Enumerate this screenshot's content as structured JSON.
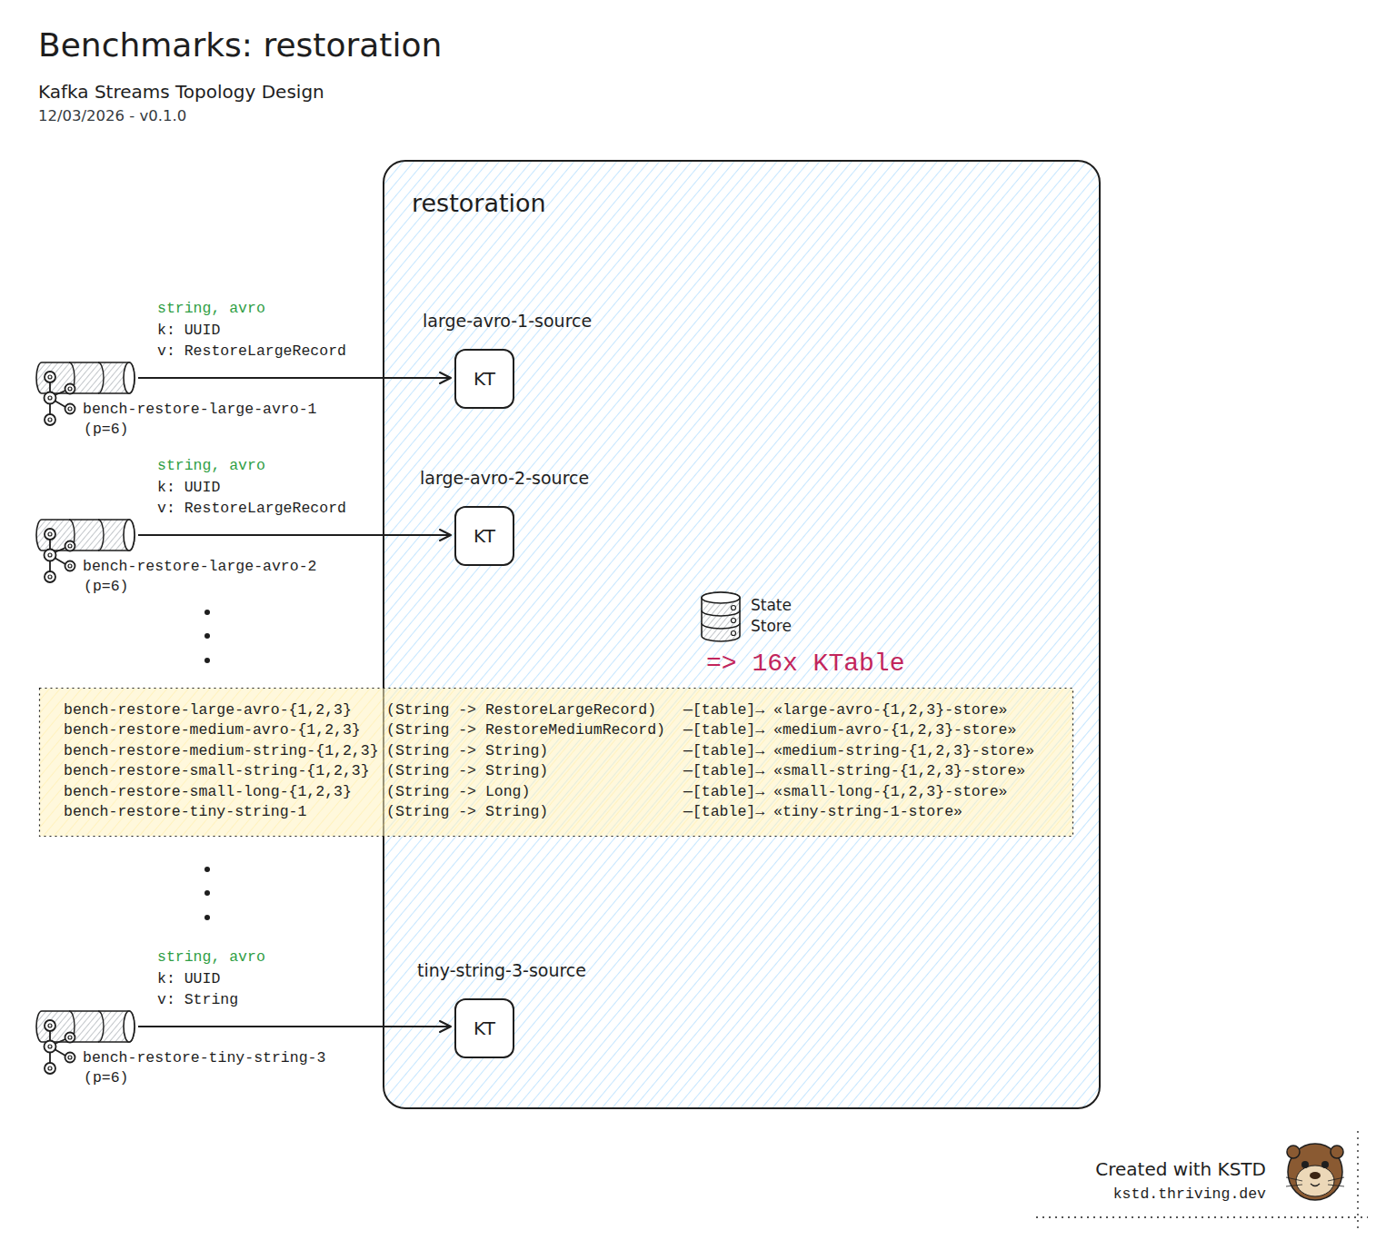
{
  "diagram": {
    "title": "Benchmarks: restoration",
    "nodes": [
      {
        "text": [
          "restoration"
        ]
      },
      {
        "text": [
          "bench-restore-large-avro-1",
          "(p=6)"
        ]
      },
      {
        "text": [
          "large-avro-1-source",
          "KT"
        ],
        "in": 0
      },
      {
        "text": [
          "bench-restore-large-avro-2",
          "(p=6)"
        ]
      },
      {
        "text": [
          "large-avro-2-source",
          "KT"
        ],
        "in": 0
      },
      {
        "text": [
          "State Store"
        ],
        "in": 0
      },
      {
        "text": [
          "bench-restore-large-avro-{1,2,3}",
          "(String -> RestoreLargeRecord)",
          "—[table]→ «large-avro-{1,2,3}-store»",
          "bench-restore-medium-avro-{1,2,3}",
          "(String -> RestoreMediumRecord)",
          "—[table]→ «medium-avro-{1,2,3}-store»",
          "bench-restore-medium-string-{1,2,3}",
          "(String -> String)",
          "—[table]→ «medium-string-{1,2,3}-store»",
          "bench-restore-small-string-{1,2,3}",
          "(String -> String)",
          "—[table]→ «small-string-{1,2,3}-store»",
          "bench-restore-small-long-{1,2,3}",
          "(String -> Long)",
          "—[table]→ «small-long-{1,2,3}-store»",
          "bench-restore-tiny-string-1",
          "(String -> String)",
          "—[table]→ «tiny-string-1-store»"
        ]
      },
      {
        "text": [
          "bench-restore-tiny-string-3",
          "(p=6)"
        ]
      },
      {
        "text": [
          "tiny-string-3-source",
          "KT"
        ],
        "in": 0
      }
    ],
    "edges": [
      {
        "from": 1,
        "to": 2,
        "arrow": "to",
        "label": "string, avro"
      },
      {
        "from": 3,
        "to": 4,
        "arrow": "to",
        "label": "string, avro"
      },
      {
        "from": 7,
        "to": 8,
        "arrow": "to",
        "label": "string, avro"
      }
    ],
    "labels": [
      "Kafka Streams Topology Design",
      "12/03/2026 - v0.1.0",
      "k: UUID",
      "v: RestoreLargeRecord",
      "k: UUID",
      "v: RestoreLargeRecord",
      "=> 16x KTable",
      "k: UUID",
      "v: String",
      "Created with KSTD",
      "kstd.thriving.dev"
    ]
  }
}
